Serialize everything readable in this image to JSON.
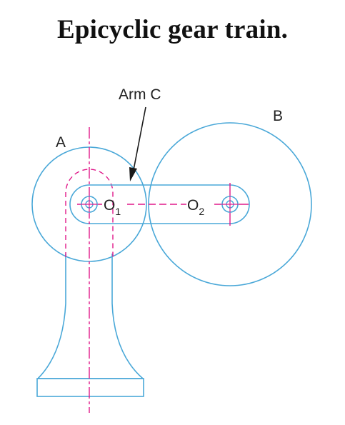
{
  "title": "Epicyclic gear train.",
  "labels": {
    "gear_a": "A",
    "gear_b": "B",
    "arm": "Arm C",
    "o1": "O",
    "o1_sub": "1",
    "o2": "O",
    "o2_sub": "2"
  },
  "colors": {
    "outline": "#4aa8d8",
    "centerline": "#e0198a",
    "text": "#222222",
    "title": "#111111",
    "arrow": "#1a1a1a"
  }
}
